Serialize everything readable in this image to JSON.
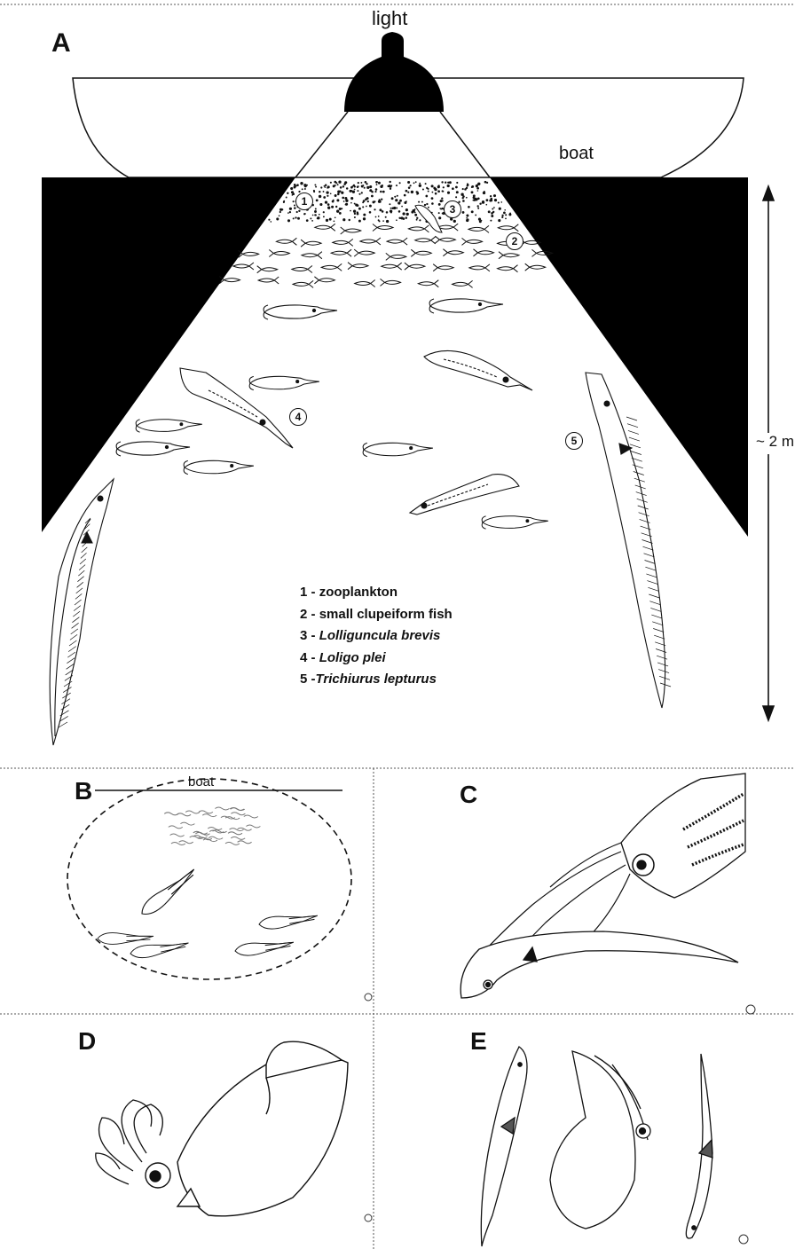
{
  "panel_a": {
    "letter": "A",
    "light_label": "light",
    "boat_label": "boat",
    "depth_label": "~ 2 m",
    "markers": [
      "1",
      "2",
      "3",
      "4",
      "5"
    ],
    "legend": [
      {
        "num": "1",
        "text": "zooplankton",
        "italic": false
      },
      {
        "num": "2",
        "text": "small clupeiform fish",
        "italic": false
      },
      {
        "num": "3",
        "text": "Lolliguncula brevis",
        "italic": true
      },
      {
        "num": "4",
        "text": "Loligo plei",
        "italic": true
      },
      {
        "num": "5",
        "text": "Trichiurus lepturus",
        "italic": true
      }
    ]
  },
  "panel_b": {
    "letter": "B",
    "boat_label": "boat"
  },
  "panel_c": {
    "letter": "C"
  },
  "panel_d": {
    "letter": "D"
  },
  "panel_e": {
    "letter": "E"
  }
}
